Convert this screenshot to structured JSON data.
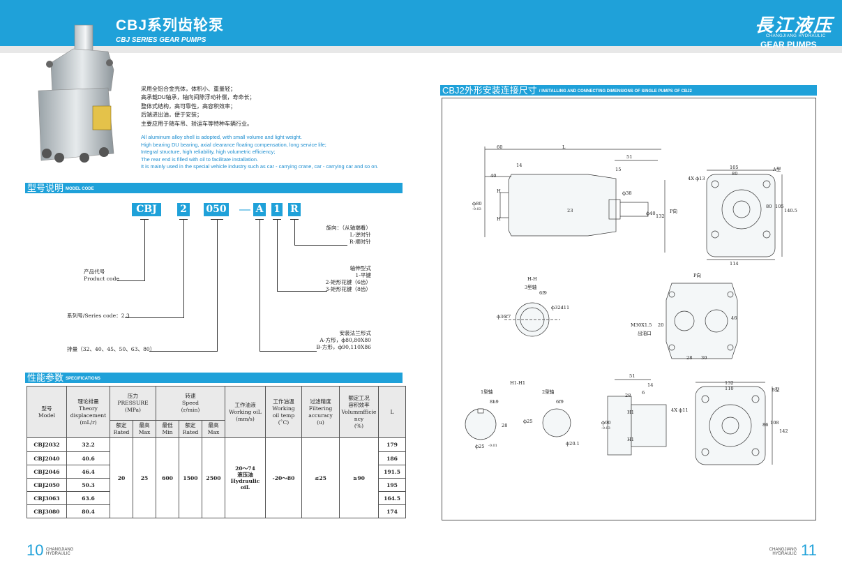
{
  "header": {
    "title": "CBJ系列齿轮泵",
    "subtitle": "CBJ SERIES GEAR PUMPS",
    "logo_cn": "長江液压",
    "logo_en1": "CHANGJIANG HYDRAULIC",
    "logo_en2": "GEAR PUMPS"
  },
  "intro": {
    "cn": [
      "采用全铝合金壳体，体积小、重量轻；",
      "高承载DU轴承，轴向间隙浮动补偿，寿命长；",
      "整体式结构，高可靠性，高容积效率；",
      "后端进出油，便于安装；",
      "主要应用于随车吊、轿运车等特种车辆行业。"
    ],
    "en": [
      "All aluminum alloy shell is adopted, with small volume and light weight.",
      "High bearing DU bearing, axial clearance floating compensation, long service life;",
      "Integral structure, high reliability, high volumetric efficiency;",
      "The rear end is filled with oil to facilitate installation.",
      "It is mainly used in the special vehicle industry such as car - carrying crane, car - carrying car and so on."
    ]
  },
  "model_code": {
    "title_cn": "型号说明",
    "title_en": "MODEL CODE",
    "codes": [
      "CBJ",
      "2",
      "050",
      "A",
      "1",
      "R"
    ],
    "dash": "—",
    "rotation": [
      "旋向：（从轴端看）",
      "L-逆时针",
      "R-顺时针"
    ],
    "product_code": [
      "产品代号",
      "Product code"
    ],
    "shaft": [
      "轴伸型式",
      "1-平键",
      "2-矩形花键（6齿）",
      "3-矩形花键（8齿）"
    ],
    "series": "系列号/Series code：2,3",
    "flange": [
      "安装法兰形式",
      "A-方形，ф80,80X80",
      "B-方形，ф90,110X86"
    ],
    "displacement": "排量（32、40、45、50、63、80）"
  },
  "specs": {
    "title_cn": "性能参数",
    "title_en": "SPECIFICATIONS",
    "h_model": [
      "型号",
      "Model"
    ],
    "h_theory": [
      "理论排量",
      "Theory",
      "displacement",
      "(mL/r)"
    ],
    "h_pressure": [
      "压力",
      "PRESSURE",
      "(MPa)"
    ],
    "h_speed": [
      "转速",
      "Speed",
      "(r/min)"
    ],
    "h_oil": [
      "工作油液",
      "Working oiL",
      "(mm/s)"
    ],
    "h_temp": [
      "工作油温",
      "Working",
      "oil temp",
      "(˚C)"
    ],
    "h_filter": [
      "过滤精度",
      "Filtering",
      "accuracy",
      "(u)"
    ],
    "h_eff": [
      "额定工况",
      "容积效率",
      "Volummfficie",
      "ncy",
      "(%)"
    ],
    "h_L": "L",
    "sub": [
      [
        "额定",
        "Rated"
      ],
      [
        "最高",
        "Max"
      ],
      [
        "最低",
        "Min"
      ],
      [
        "额定",
        "Rated"
      ],
      [
        "最高",
        "Max"
      ]
    ],
    "rows": [
      {
        "model": "CBJ2032",
        "disp": "32.2",
        "L": "179"
      },
      {
        "model": "CBJ2040",
        "disp": "40.6",
        "L": "186"
      },
      {
        "model": "CBJ2046",
        "disp": "46.4",
        "L": "191.5"
      },
      {
        "model": "CBJ2050",
        "disp": "50.3",
        "L": "195"
      },
      {
        "model": "CBJ3063",
        "disp": "63.6",
        "L": "164.5"
      },
      {
        "model": "CBJ3080",
        "disp": "80.4",
        "L": "174"
      }
    ],
    "shared": {
      "p_rated": "20",
      "p_max": "25",
      "s_min": "600",
      "s_rated": "1500",
      "s_max": "2500",
      "oil": [
        "20～74",
        "液压油",
        "Hydraulic",
        "oiL"
      ],
      "temp": "-20～80",
      "filter": "≤25",
      "eff": "≥90"
    }
  },
  "dims": {
    "title_cn": "CBJ2外形安装连接尺寸",
    "title_en": "/ INSTALLING AND CONNECTING DIMENSIONS OF SINGLE PUMPS OF CBJ2",
    "side": {
      "d60": "60",
      "dL": "L",
      "d51": "51",
      "d14": "14",
      "d15": "15",
      "d40": "40",
      "d80": "ф80",
      "tol80": "-0.03",
      "dH": "H",
      "d23": "23",
      "d38": "ф38",
      "d40b": "ф40",
      "d132": "132",
      "pdir": "P向"
    },
    "flangeA": {
      "hole": "4X ф13",
      "d105": "105",
      "d80": "80",
      "v80": "80",
      "v105": "105",
      "v140": "140.5",
      "d114": "114",
      "type": "A型"
    },
    "hh": {
      "title": "H-H",
      "sub": "3型轴",
      "d6f9": "6f9",
      "d32": "ф32d11",
      "d36": "ф36f7"
    },
    "port": {
      "title": "P向",
      "thread": "M30X1.5",
      "d20": "20",
      "outlet": "出油口",
      "d46": "46",
      "d28": "28",
      "d30": "30"
    },
    "h1": {
      "title": "H1-H1",
      "s1": "1型轴",
      "s2": "2型轴",
      "d8h9": "8h9",
      "d6f9": "6f9",
      "d28": "28",
      "d25a": "ф25",
      "d25b": "ф25",
      "d20": "ф20.1",
      "tol25": "-0.01"
    },
    "sideB": {
      "d51": "51",
      "d14": "14",
      "d28": "28",
      "d6": "6",
      "dH1": "H1",
      "d90": "ф90",
      "tol90": "-0.03"
    },
    "flangeB": {
      "d132": "132",
      "d110": "110",
      "hole": "4X ф11",
      "type": "B型",
      "v86": "86",
      "v108": "108",
      "v142": "142"
    }
  },
  "footer": {
    "left_num": "10",
    "right_num": "11",
    "brand1": "CHANGJIANG",
    "brand2": "HYDRAULIC"
  },
  "colors": {
    "accent": "#1fa1d9",
    "strip": "#e8e8e8"
  }
}
